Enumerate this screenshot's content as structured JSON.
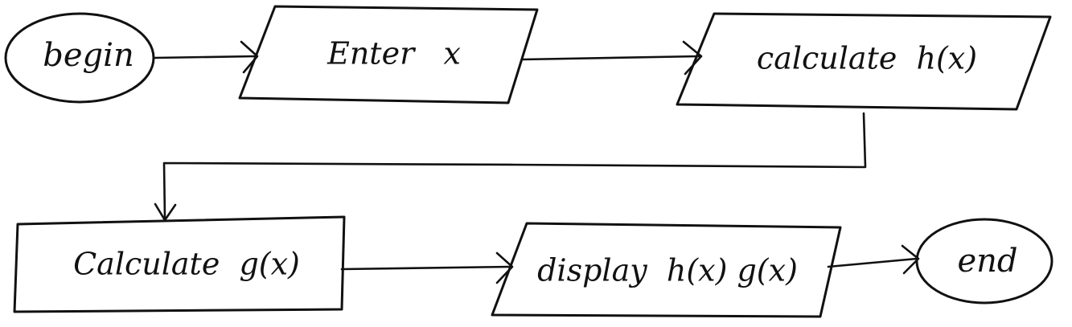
{
  "nodes": {
    "begin": {
      "label": "begin",
      "shape": "ellipse"
    },
    "enter_x": {
      "label": "Enter   x",
      "shape": "parallelogram"
    },
    "calc_h": {
      "label": "calculate  h(x)",
      "shape": "parallelogram"
    },
    "calc_g": {
      "label": "Calculate  g(x)",
      "shape": "rectangle"
    },
    "display": {
      "label": "display  h(x) g(x)",
      "shape": "parallelogram"
    },
    "end": {
      "label": "end",
      "shape": "ellipse"
    }
  },
  "edges": [
    {
      "from": "begin",
      "to": "enter_x"
    },
    {
      "from": "enter_x",
      "to": "calc_h"
    },
    {
      "from": "calc_h",
      "to": "calc_g"
    },
    {
      "from": "calc_g",
      "to": "display"
    },
    {
      "from": "display",
      "to": "end"
    }
  ]
}
